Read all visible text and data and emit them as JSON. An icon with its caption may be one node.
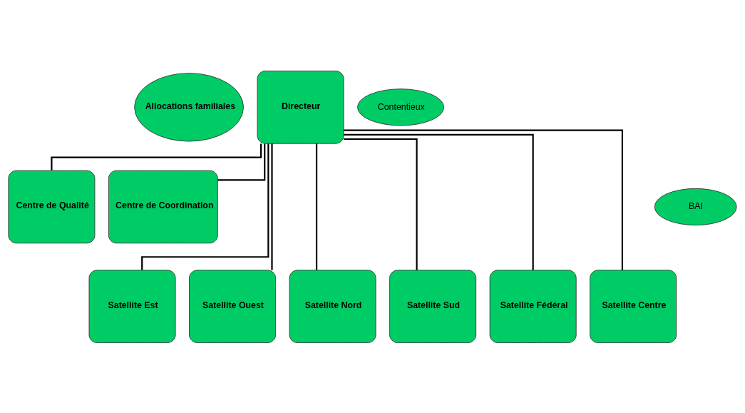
{
  "diagram": {
    "nodes": [
      {
        "text": [
          "Allocations familiales"
        ]
      },
      {
        "text": [
          "Directeur"
        ]
      },
      {
        "text": [
          "Contentieux"
        ]
      },
      {
        "text": [
          "BAI"
        ]
      },
      {
        "text": [
          "Centre de Qualité"
        ]
      },
      {
        "text": [
          "Centre de Coordination"
        ]
      },
      {
        "text": [
          "Satellite Est"
        ]
      },
      {
        "text": [
          "Satellite Ouest"
        ]
      },
      {
        "text": [
          "Satellite Nord"
        ]
      },
      {
        "text": [
          "Satellite Sud"
        ]
      },
      {
        "text": [
          "Satellite Fédéral"
        ]
      },
      {
        "text": [
          "Satellite Centre"
        ]
      }
    ],
    "edges": [
      {
        "from": 1,
        "to": 4,
        "arrow": "none"
      },
      {
        "from": 1,
        "to": 5,
        "arrow": "none"
      },
      {
        "from": 1,
        "to": 6,
        "arrow": "none"
      },
      {
        "from": 1,
        "to": 7,
        "arrow": "none"
      },
      {
        "from": 1,
        "to": 8,
        "arrow": "none"
      },
      {
        "from": 1,
        "to": 9,
        "arrow": "none"
      },
      {
        "from": 1,
        "to": 10,
        "arrow": "none"
      },
      {
        "from": 1,
        "to": 11,
        "arrow": "none"
      }
    ]
  }
}
